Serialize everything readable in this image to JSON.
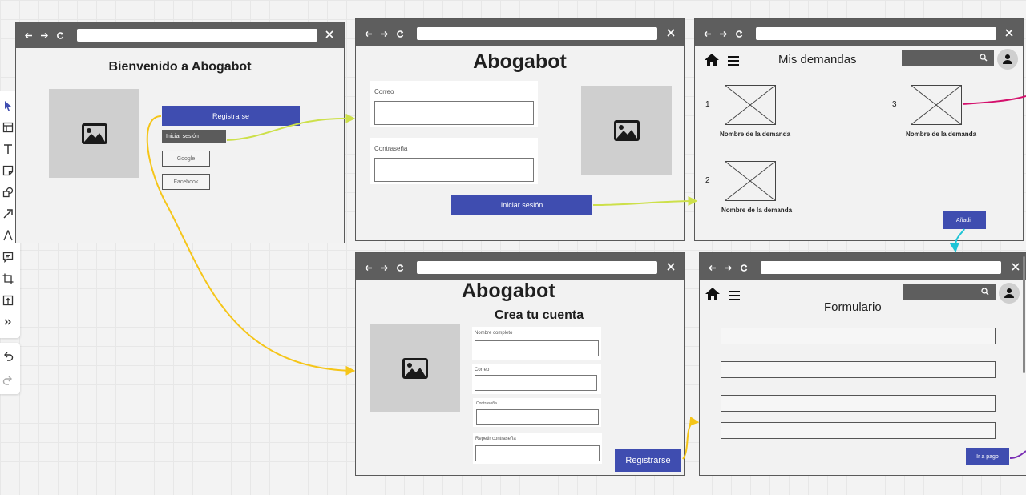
{
  "landing": {
    "title": "Bienvenido a Abogabot",
    "register_label": "Registrarse",
    "login_label": "Iniciar sesión",
    "google_label": "Google",
    "facebook_label": "Facebook"
  },
  "login": {
    "title": "Abogabot",
    "email_label": "Correo",
    "password_label": "Contraseña",
    "submit_label": "Iniciar sesión"
  },
  "demandas": {
    "title": "Mis demandas",
    "items": [
      {
        "number": "1",
        "name": "Nombre de la demanda"
      },
      {
        "number": "3",
        "name": "Nombre de la demanda"
      },
      {
        "number": "2",
        "name": "Nombre de la demanda"
      }
    ],
    "add_label": "Añadir"
  },
  "register": {
    "title": "Abogabot",
    "subtitle": "Crea tu cuenta",
    "fullname_label": "Nombre completo",
    "email_label": "Correo",
    "password_label": "Contraseña",
    "repeat_password_label": "Repetir contraseña",
    "submit_label": "Registrarse"
  },
  "formulario": {
    "title": "Formulario",
    "pay_label": "Ir a pago"
  },
  "colors": {
    "accent": "#3f4db0",
    "connector_yellow": "#f5c518",
    "connector_lime": "#cde04a",
    "connector_cyan": "#1ec4d6",
    "connector_magenta": "#d4106c",
    "connector_purple": "#7a2fb5"
  }
}
